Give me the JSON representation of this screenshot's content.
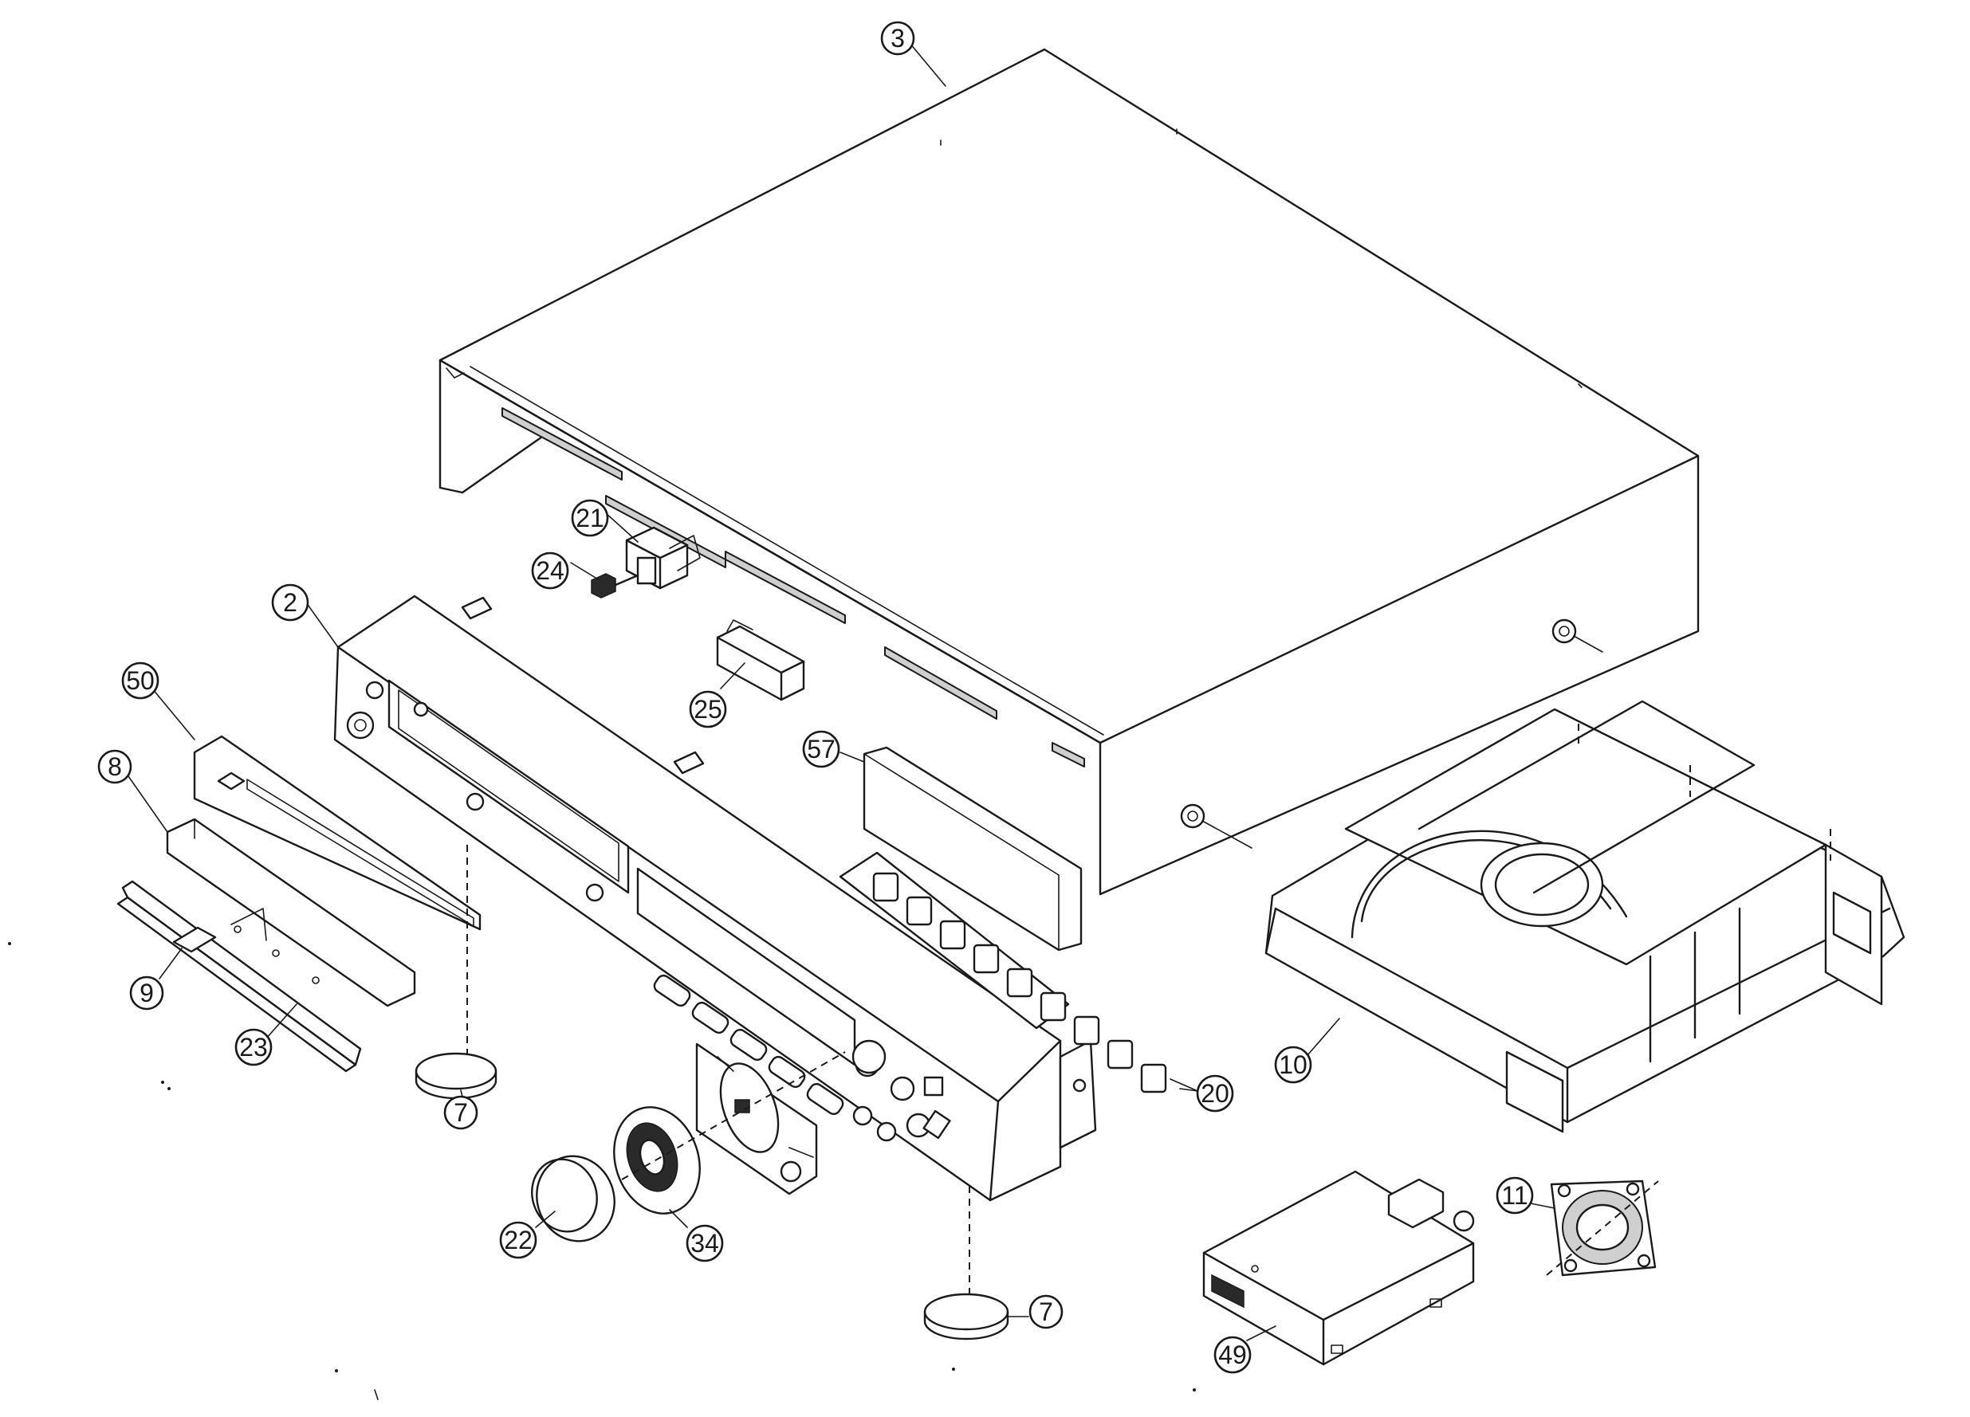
{
  "parts": [
    {
      "id": "c3",
      "label": "3"
    },
    {
      "id": "c21",
      "label": "21"
    },
    {
      "id": "c24",
      "label": "24"
    },
    {
      "id": "c2",
      "label": "2"
    },
    {
      "id": "c25",
      "label": "25"
    },
    {
      "id": "c50",
      "label": "50"
    },
    {
      "id": "c57",
      "label": "57"
    },
    {
      "id": "c8",
      "label": "8"
    },
    {
      "id": "c9",
      "label": "9"
    },
    {
      "id": "c23",
      "label": "23"
    },
    {
      "id": "c7a",
      "label": "7"
    },
    {
      "id": "c20",
      "label": "20"
    },
    {
      "id": "c10",
      "label": "10"
    },
    {
      "id": "c22",
      "label": "22"
    },
    {
      "id": "c34",
      "label": "34"
    },
    {
      "id": "c7b",
      "label": "7"
    },
    {
      "id": "c11",
      "label": "11"
    },
    {
      "id": "c49",
      "label": "49"
    }
  ]
}
